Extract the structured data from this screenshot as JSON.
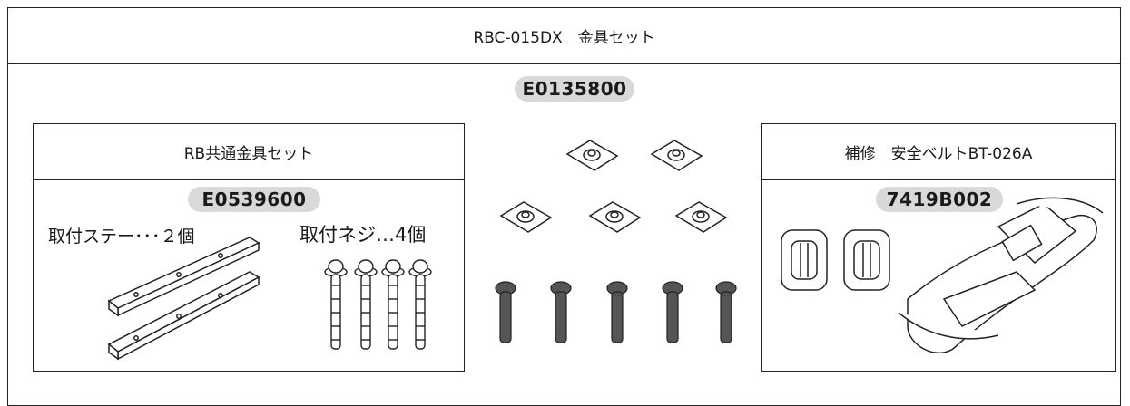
{
  "title": "RBC-015DX　金具セット",
  "main_part_number": "E0135800",
  "left_box": {
    "header": "RB共通金具セット",
    "part_number": "E0539600",
    "stay_label": "取付ステー･･･２個",
    "screw_label": "取付ネジ…4個"
  },
  "right_box": {
    "header": "補修　安全ベルトBT-026A",
    "part_number": "7419B002"
  }
}
